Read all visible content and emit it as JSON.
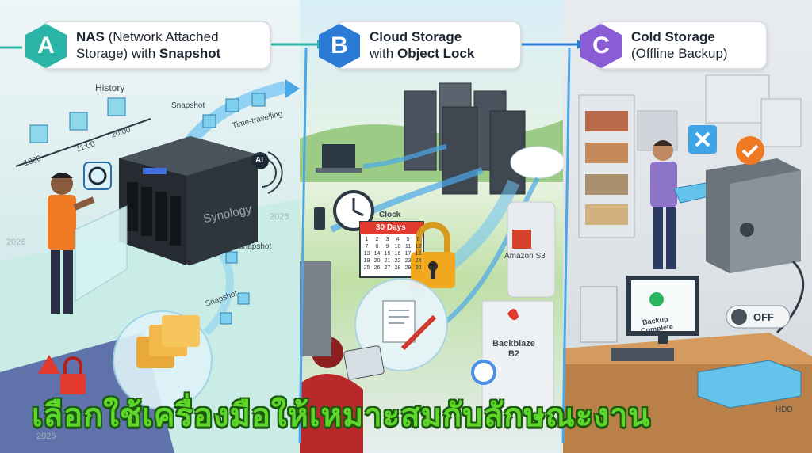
{
  "panels": {
    "a": {
      "badge": "A",
      "title_bold": "NAS",
      "title_rest": " (Network Attached",
      "title_line2": "Storage) with ",
      "title_line2_bold": "Snapshot",
      "accent": "#2bb5a6",
      "history": "History",
      "times": [
        "1000",
        "11:00",
        "20:00"
      ],
      "snapshot_labels": [
        "Snapshot",
        "Snapshot",
        "Snapshot"
      ],
      "time_travelling": "Time-travelling",
      "device_brand": "Synology",
      "ai": "AI",
      "year": "2026"
    },
    "b": {
      "badge": "B",
      "title_bold": "Cloud Storage",
      "title_line2": "with ",
      "title_line2_bold": "Object Lock",
      "accent": "#2b7bd6",
      "clock": "Clock",
      "days": "30 Days",
      "calendar_numbers": [
        "1",
        "2",
        "3",
        "4",
        "5",
        "6",
        "7",
        "8",
        "9",
        "10",
        "11",
        "12",
        "13",
        "14",
        "15",
        "16",
        "17",
        "18",
        "19",
        "20",
        "21",
        "22",
        "23",
        "24",
        "25",
        "26",
        "27",
        "28",
        "29",
        "30"
      ],
      "providers": [
        "Amazon S3",
        "Backblaze B2"
      ]
    },
    "c": {
      "badge": "C",
      "title_bold": "Cold Storage",
      "title_line2": "(Offline Backup)",
      "accent": "#8a5cd6",
      "backup_line1": "Backup",
      "backup_line2": "Complete",
      "off": "OFF",
      "hdd": "HDD"
    }
  },
  "caption": "เลือกใช้เครื่องมือให้เหมาะสมกับลักษณะงาน"
}
